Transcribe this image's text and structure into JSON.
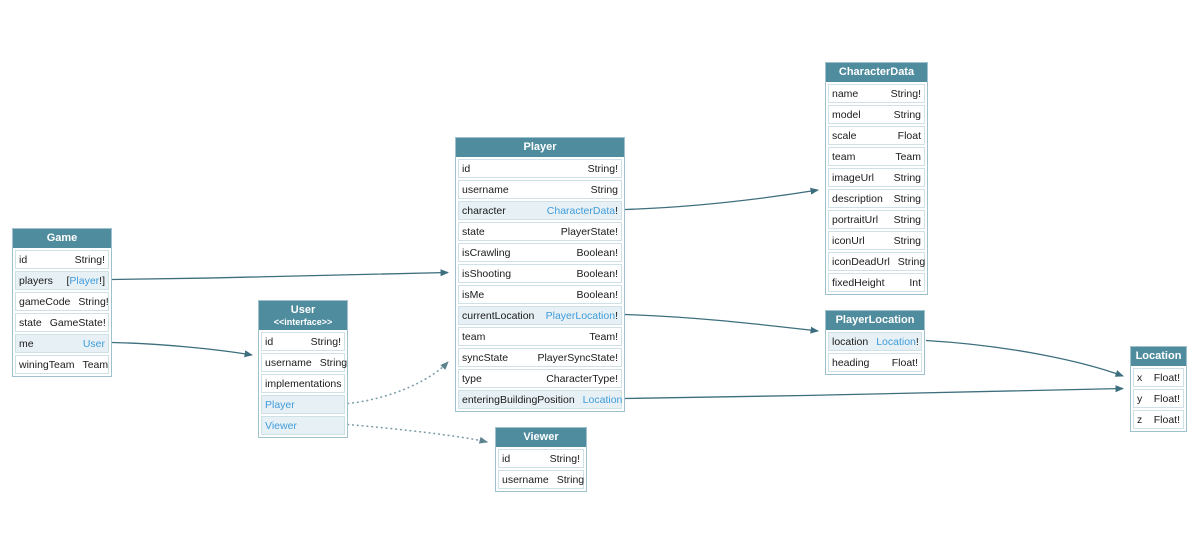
{
  "diagram": {
    "colors": {
      "header_bg": "#4f8c9e",
      "header_text": "#ffffff",
      "row_highlight": "#e7f0f5",
      "row_border": "#cfe0e7",
      "border": "#9fc0cd",
      "link": "#3f9cdb",
      "text": "#1a1a1a",
      "arrow": "#3c6e7d",
      "arrow_dotted": "#7b9da9"
    },
    "tables": [
      {
        "id": "Game",
        "title": "Game",
        "rows": [
          {
            "kind": "field",
            "name": "id",
            "type": "String!"
          },
          {
            "kind": "field",
            "name": "players",
            "prefix": "[",
            "link": "Player",
            "suffix": "!]",
            "highlight": true
          },
          {
            "kind": "field",
            "name": "gameCode",
            "type": "String!"
          },
          {
            "kind": "field",
            "name": "state",
            "type": "GameState!"
          },
          {
            "kind": "field",
            "name": "me",
            "link": "User",
            "suffix": "",
            "highlight": true
          },
          {
            "kind": "field",
            "name": "winingTeam",
            "type": "Team"
          }
        ]
      },
      {
        "id": "User",
        "title": "User",
        "subtitle": "<<interface>>",
        "rows": [
          {
            "kind": "field",
            "name": "id",
            "type": "String!"
          },
          {
            "kind": "field",
            "name": "username",
            "type": "String"
          },
          {
            "kind": "section",
            "label": "implementations"
          },
          {
            "kind": "impl",
            "label": "Player",
            "highlight": true
          },
          {
            "kind": "impl",
            "label": "Viewer",
            "highlight": true
          }
        ]
      },
      {
        "id": "Player",
        "title": "Player",
        "rows": [
          {
            "kind": "field",
            "name": "id",
            "type": "String!"
          },
          {
            "kind": "field",
            "name": "username",
            "type": "String"
          },
          {
            "kind": "field",
            "name": "character",
            "link": "CharacterData",
            "suffix": "!",
            "highlight": true
          },
          {
            "kind": "field",
            "name": "state",
            "type": "PlayerState!"
          },
          {
            "kind": "field",
            "name": "isCrawling",
            "type": "Boolean!"
          },
          {
            "kind": "field",
            "name": "isShooting",
            "type": "Boolean!"
          },
          {
            "kind": "field",
            "name": "isMe",
            "type": "Boolean!"
          },
          {
            "kind": "field",
            "name": "currentLocation",
            "link": "PlayerLocation",
            "suffix": "!",
            "highlight": true
          },
          {
            "kind": "field",
            "name": "team",
            "type": "Team!"
          },
          {
            "kind": "field",
            "name": "syncState",
            "type": "PlayerSyncState!"
          },
          {
            "kind": "field",
            "name": "type",
            "type": "CharacterType!"
          },
          {
            "kind": "field",
            "name": "enteringBuildingPosition",
            "link": "Location",
            "suffix": "",
            "highlight": true
          }
        ]
      },
      {
        "id": "Viewer",
        "title": "Viewer",
        "rows": [
          {
            "kind": "field",
            "name": "id",
            "type": "String!"
          },
          {
            "kind": "field",
            "name": "username",
            "type": "String"
          }
        ]
      },
      {
        "id": "CharacterData",
        "title": "CharacterData",
        "rows": [
          {
            "kind": "field",
            "name": "name",
            "type": "String!"
          },
          {
            "kind": "field",
            "name": "model",
            "type": "String"
          },
          {
            "kind": "field",
            "name": "scale",
            "type": "Float"
          },
          {
            "kind": "field",
            "name": "team",
            "type": "Team"
          },
          {
            "kind": "field",
            "name": "imageUrl",
            "type": "String"
          },
          {
            "kind": "field",
            "name": "description",
            "type": "String"
          },
          {
            "kind": "field",
            "name": "portraitUrl",
            "type": "String"
          },
          {
            "kind": "field",
            "name": "iconUrl",
            "type": "String"
          },
          {
            "kind": "field",
            "name": "iconDeadUrl",
            "type": "String"
          },
          {
            "kind": "field",
            "name": "fixedHeight",
            "type": "Int"
          }
        ]
      },
      {
        "id": "PlayerLocation",
        "title": "PlayerLocation",
        "rows": [
          {
            "kind": "field",
            "name": "location",
            "link": "Location",
            "suffix": "!",
            "highlight": true
          },
          {
            "kind": "field",
            "name": "heading",
            "type": "Float!"
          }
        ]
      },
      {
        "id": "Location",
        "title": "Location",
        "rows": [
          {
            "kind": "field",
            "name": "x",
            "type": "Float!"
          },
          {
            "kind": "field",
            "name": "y",
            "type": "Float!"
          },
          {
            "kind": "field",
            "name": "z",
            "type": "Float!"
          }
        ]
      }
    ],
    "edges": [
      {
        "from": "Game.players",
        "to": "Player",
        "style": "solid"
      },
      {
        "from": "Game.me",
        "to": "User",
        "style": "solid"
      },
      {
        "from": "Player.character",
        "to": "CharacterData",
        "style": "solid"
      },
      {
        "from": "Player.currentLocation",
        "to": "PlayerLocation",
        "style": "solid"
      },
      {
        "from": "Player.enteringBuildingPosition",
        "to": "Location",
        "style": "solid"
      },
      {
        "from": "PlayerLocation.location",
        "to": "Location",
        "style": "solid"
      },
      {
        "from": "User.Player",
        "to": "Player",
        "style": "dotted"
      },
      {
        "from": "User.Viewer",
        "to": "Viewer",
        "style": "dotted"
      }
    ]
  }
}
